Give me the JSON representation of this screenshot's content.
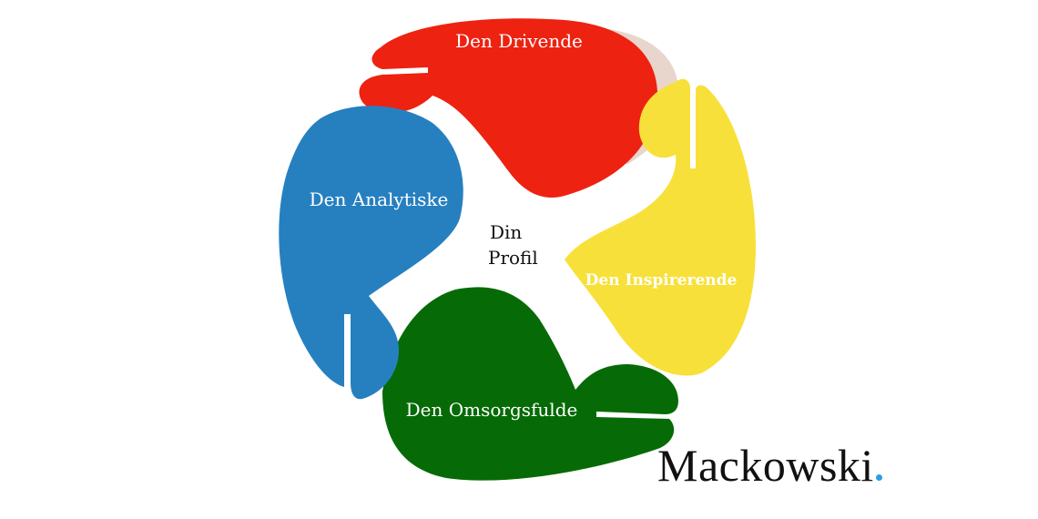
{
  "diagram": {
    "center": {
      "line1": "Din",
      "line2": "Profil"
    },
    "petals": [
      {
        "label": "Den Drivende",
        "color": "#ee2211"
      },
      {
        "label": "Den Inspirerende",
        "color": "#f8e03a"
      },
      {
        "label": "Den Omsorgsfulde",
        "color": "#066b06"
      },
      {
        "label": "Den Analytiske",
        "color": "#2680c0"
      }
    ],
    "shadow_color": "#e8d5cc"
  },
  "brand": {
    "name": "Mackowski",
    "dot_color": "#2a9fe0"
  }
}
